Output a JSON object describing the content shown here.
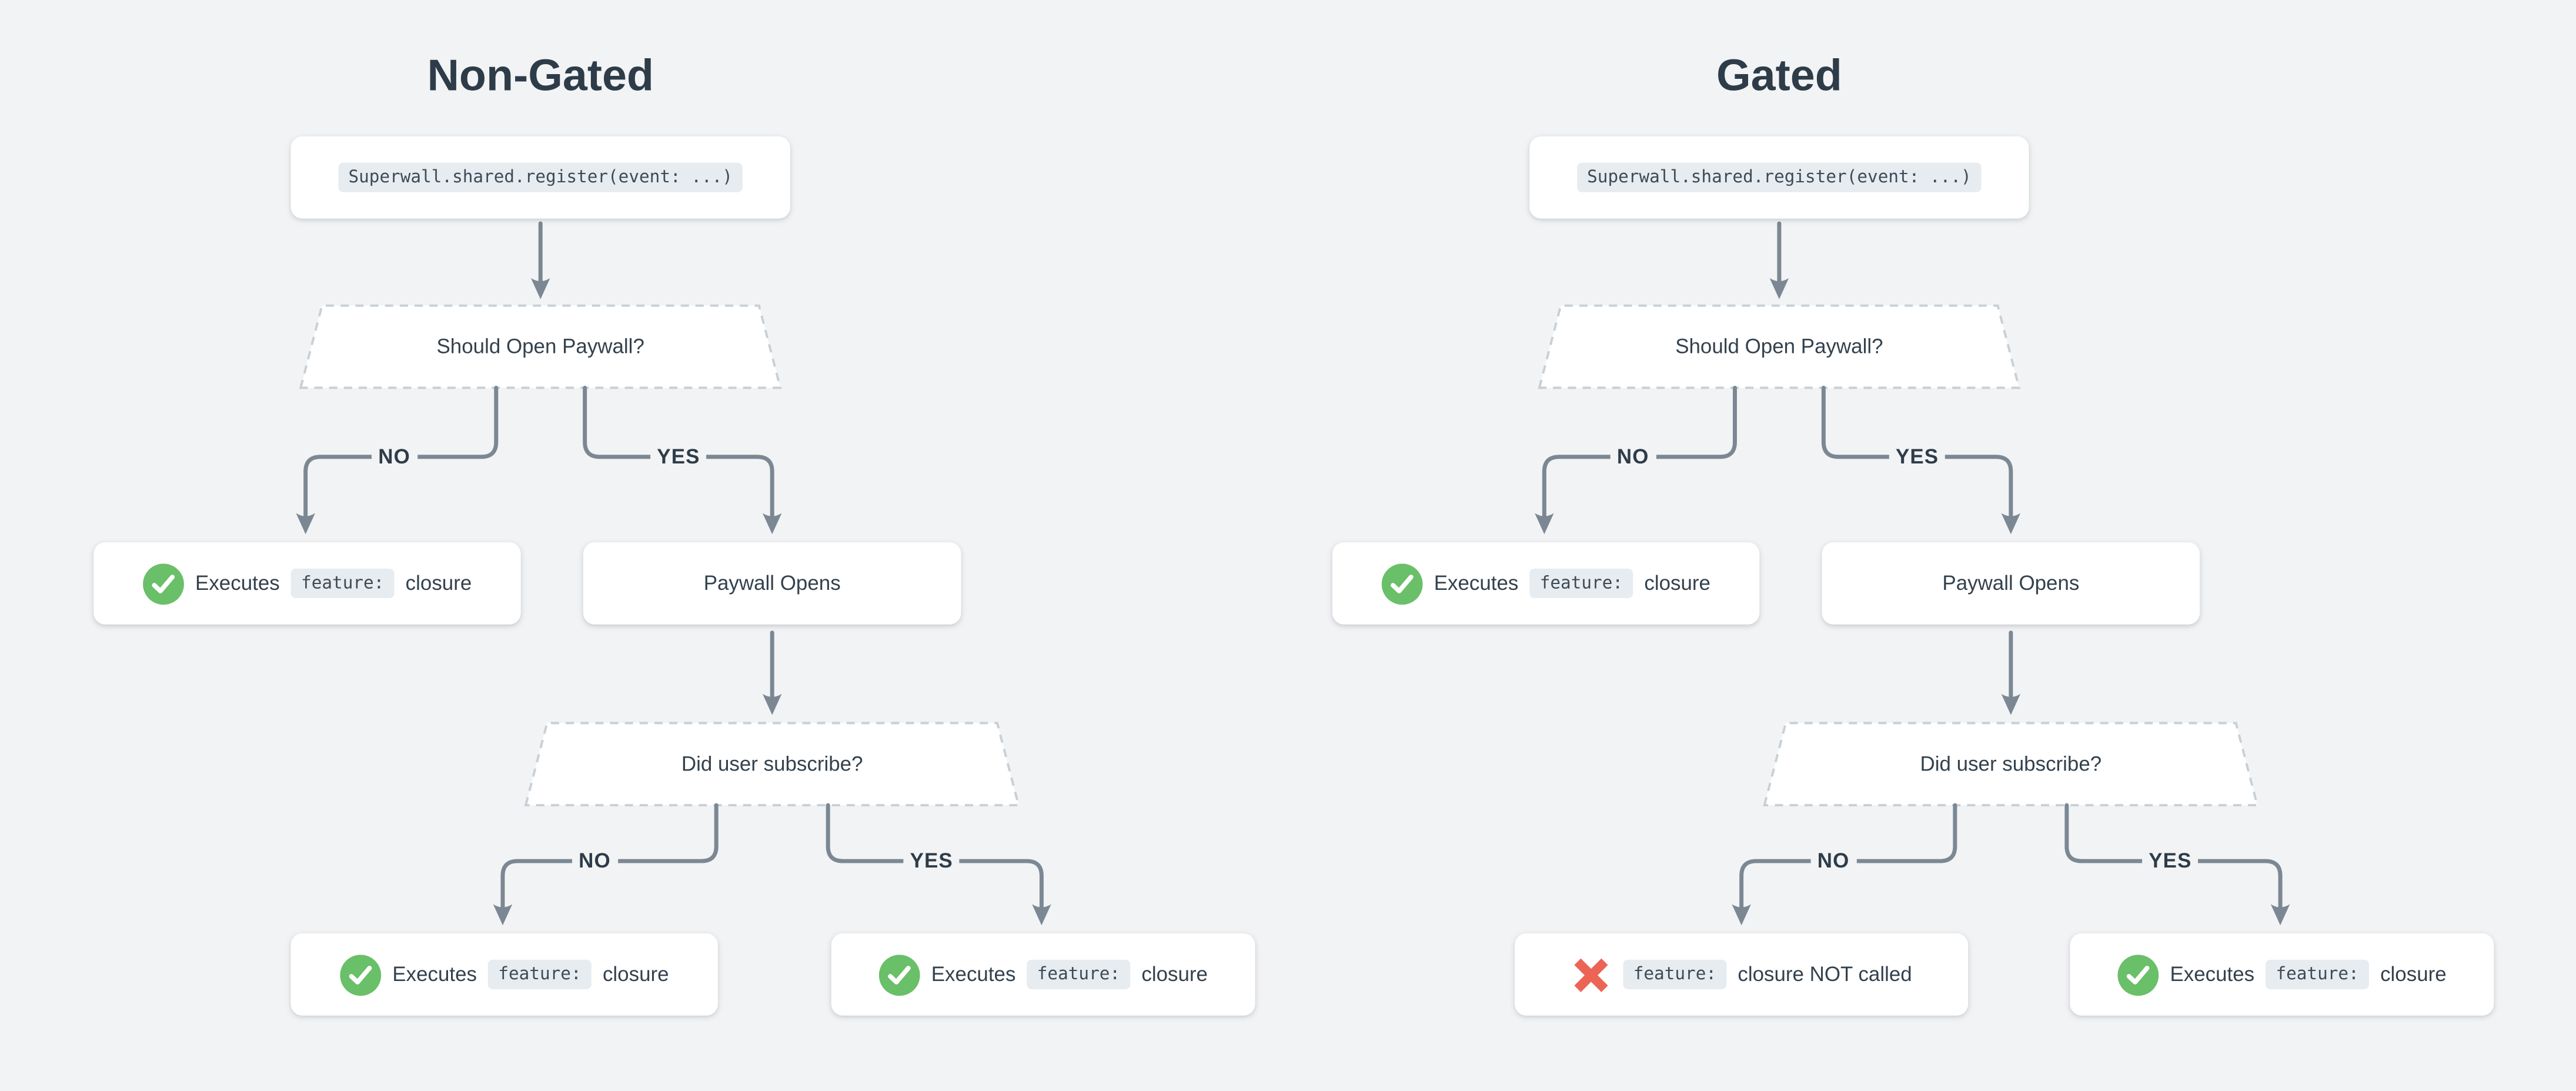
{
  "colors": {
    "background": "#f2f3f4",
    "card": "#ffffff",
    "title_text": "#2e3c49",
    "body_text": "#33414d",
    "connector": "#7b8894",
    "dashed_border": "#c7d0d8",
    "chip_bg": "#e7ecf0",
    "chip_text": "#3d4b57",
    "success_green": "#6abf69",
    "error_red": "#ec6454"
  },
  "flows": [
    {
      "title": "Non-Gated",
      "code": "Superwall.shared.register(event: ...)",
      "decision1": "Should Open Paywall?",
      "label_no1": "NO",
      "label_yes1": "YES",
      "result_no1": {
        "icon": "check-circle",
        "prefix": "Executes",
        "chip": "feature:",
        "suffix": "closure"
      },
      "result_yes1": {
        "text": "Paywall Opens"
      },
      "decision2": "Did user subscribe?",
      "label_no2": "NO",
      "label_yes2": "YES",
      "result_no2": {
        "icon": "check-circle",
        "prefix": "Executes",
        "chip": "feature:",
        "suffix": "closure"
      },
      "result_yes2": {
        "icon": "check-circle",
        "prefix": "Executes",
        "chip": "feature:",
        "suffix": "closure"
      }
    },
    {
      "title": "Gated",
      "code": "Superwall.shared.register(event: ...)",
      "decision1": "Should Open Paywall?",
      "label_no1": "NO",
      "label_yes1": "YES",
      "result_no1": {
        "icon": "check-circle",
        "prefix": "Executes",
        "chip": "feature:",
        "suffix": "closure"
      },
      "result_yes1": {
        "text": "Paywall Opens"
      },
      "decision2": "Did user subscribe?",
      "label_no2": "NO",
      "label_yes2": "YES",
      "result_no2": {
        "icon": "cross-mark",
        "prefix": "",
        "chip": "feature:",
        "suffix": "closure NOT called"
      },
      "result_yes2": {
        "icon": "check-circle",
        "prefix": "Executes",
        "chip": "feature:",
        "suffix": "closure"
      }
    }
  ]
}
